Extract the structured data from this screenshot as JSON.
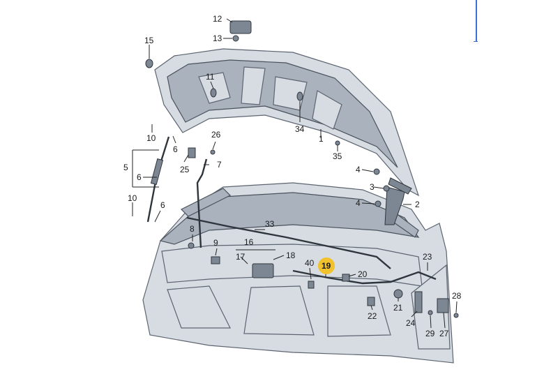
{
  "diagram": {
    "highlight_color": "#f2c12e",
    "edge_accent_color": "#3b6fd1",
    "labels": {
      "p1": "1",
      "p2": "2",
      "p3": "3",
      "p4a": "4",
      "p4b": "4",
      "p5": "5",
      "p6a": "6",
      "p6b": "6",
      "p6c": "6",
      "p7": "7",
      "p8": "8",
      "p9": "9",
      "p10a": "10",
      "p10b": "10",
      "p11": "11",
      "p12": "12",
      "p13": "13",
      "p15": "15",
      "p16": "16",
      "p17": "17",
      "p18": "18",
      "p19": "19",
      "p20": "20",
      "p21": "21",
      "p22": "22",
      "p23": "23",
      "p24": "24",
      "p25": "25",
      "p26": "26",
      "p27": "27",
      "p28": "28",
      "p29": "29",
      "p33": "33",
      "p34": "34",
      "p35": "35",
      "p40": "40"
    }
  }
}
